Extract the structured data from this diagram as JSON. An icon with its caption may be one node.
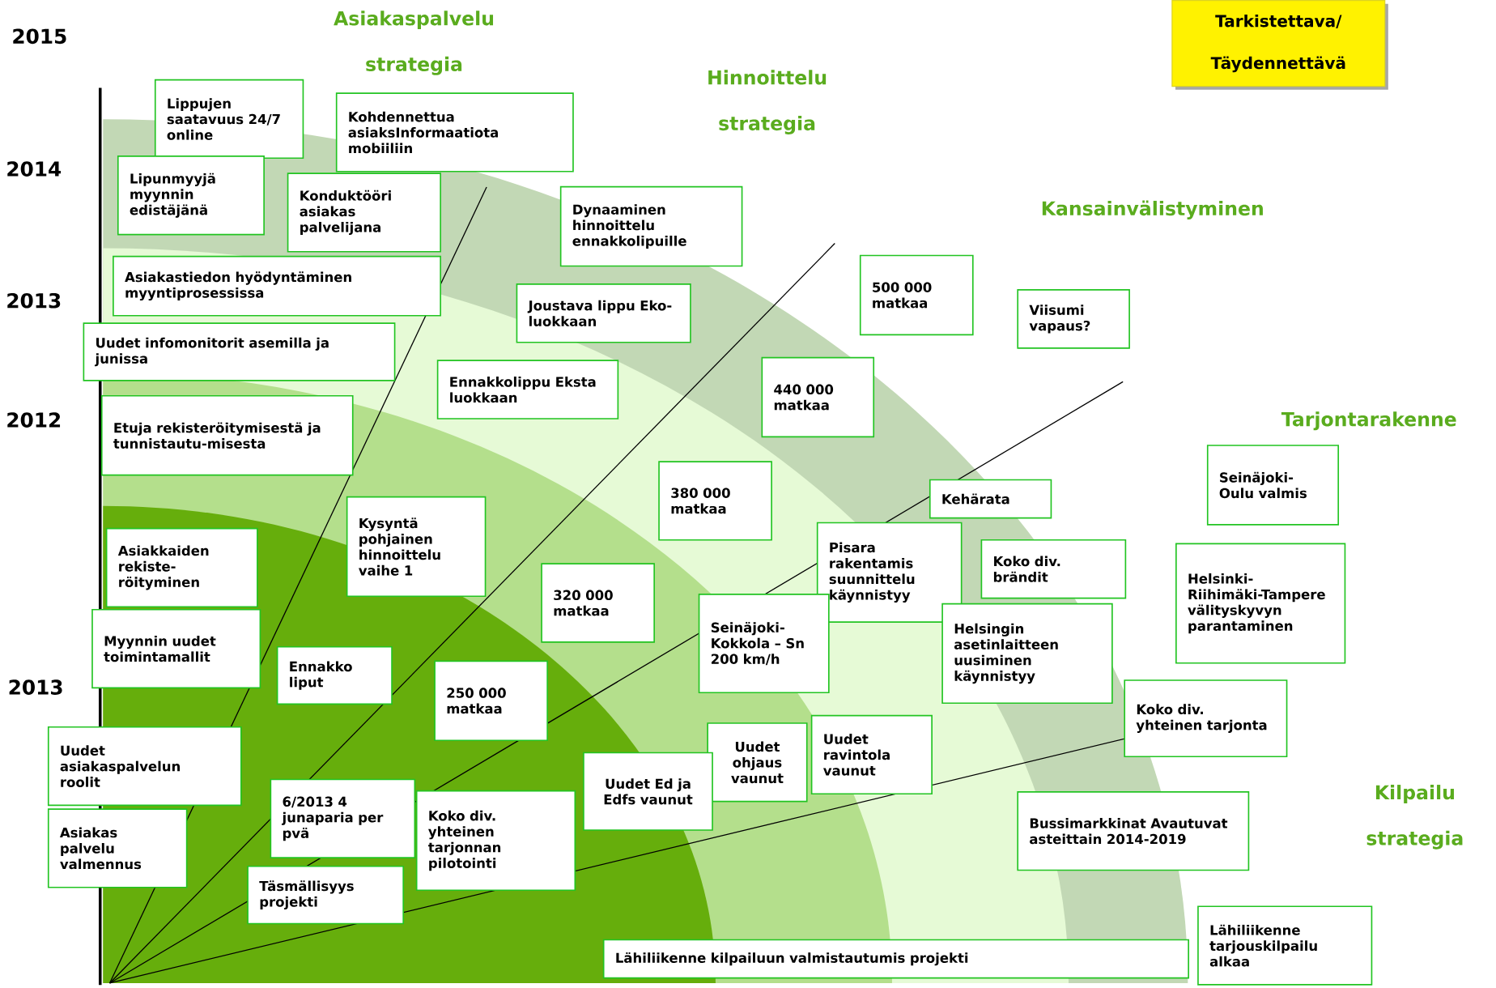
{
  "diagram": {
    "nodes": [
      {
        "text": [
          "Tarkistettava/ Täydennettävä"
        ]
      },
      {
        "text": [
          "Lippujen saatavuus 24/7 online"
        ]
      },
      {
        "text": [
          "Kohdennettua asiaksInformaatiota mobiiliin"
        ]
      },
      {
        "text": [
          "Lipunmyyjä myynnin edistäjänä"
        ]
      },
      {
        "text": [
          "Konduktööri asiakas palvelijana"
        ]
      },
      {
        "text": [
          "Dynaaminen hinnoittelu ennakkolipuille"
        ]
      },
      {
        "text": [
          "500 000 matkaa"
        ]
      },
      {
        "text": [
          "Asiakastiedon hyödyntäminen myyntiprosessissa"
        ]
      },
      {
        "text": [
          "Joustava lippu Eko-luokkaan"
        ]
      },
      {
        "text": [
          "Viisumi vapaus?"
        ]
      },
      {
        "text": [
          "Uudet infomonitorit asemilla ja junissa"
        ]
      },
      {
        "text": [
          "440 000 matkaa"
        ]
      },
      {
        "text": [
          "Ennakkolippu Eksta luokkaan"
        ]
      },
      {
        "text": [
          "Etuja rekisteröitymisestä ja tunnistautu-misesta"
        ]
      },
      {
        "text": [
          "Seinäjoki-Oulu valmis"
        ]
      },
      {
        "text": [
          "380 000 matkaa"
        ]
      },
      {
        "text": [
          "Kehärata"
        ]
      },
      {
        "text": [
          "Kysyntä pohjainen hinnoittelu vaihe 1"
        ]
      },
      {
        "text": [
          "Pisara rakentamis suunnittelu käynnistyy"
        ]
      },
      {
        "text": [
          "Asiakkaiden rekiste-röityminen"
        ]
      },
      {
        "text": [
          "Koko div. brändit"
        ]
      },
      {
        "text": [
          "Helsinki-Riihimäki-Tampere välityskyvyn parantaminen"
        ]
      },
      {
        "text": [
          "320 000 matkaa"
        ]
      },
      {
        "text": [
          "Seinäjoki-Kokkola – Sn 200 km/h"
        ]
      },
      {
        "text": [
          "Helsingin asetinlaitteen uusiminen käynnistyy"
        ]
      },
      {
        "text": [
          "Myynnin uudet toimintamallit"
        ]
      },
      {
        "text": [
          "Ennakko liput"
        ]
      },
      {
        "text": [
          "Koko div. yhteinen tarjonta"
        ]
      },
      {
        "text": [
          "250 000 matkaa"
        ]
      },
      {
        "text": [
          "Uudet ravintola vaunut"
        ]
      },
      {
        "text": [
          "Uudet ohjaus vaunut"
        ]
      },
      {
        "text": [
          "Uudet asiakaspalvelun roolit"
        ]
      },
      {
        "text": [
          "Uudet Ed ja Edfs vaunut"
        ]
      },
      {
        "text": [
          "6/2013 4 junaparia per pvä"
        ]
      },
      {
        "text": [
          "Koko div. yhteinen tarjonnan pilotointi"
        ]
      },
      {
        "text": [
          "Bussimarkkinat Avautuvat asteittain 2014-2019"
        ]
      },
      {
        "text": [
          "Asiakas palvelu valmennus"
        ]
      },
      {
        "text": [
          "Täsmällisyys projekti"
        ]
      },
      {
        "text": [
          "Lähiliikenne tarjouskilpailu alkaa"
        ]
      },
      {
        "text": [
          "Lähiliikenne kilpailuun valmistautumis projekti"
        ]
      }
    ],
    "labels": [
      "2015",
      "Asiakaspalvelu strategia",
      "Hinnoittelu strategia",
      "2014",
      "Kansainvälistyminen",
      "2013",
      "2012",
      "Tarjontarakenne",
      "2013",
      "Kilpailu strategia"
    ]
  }
}
